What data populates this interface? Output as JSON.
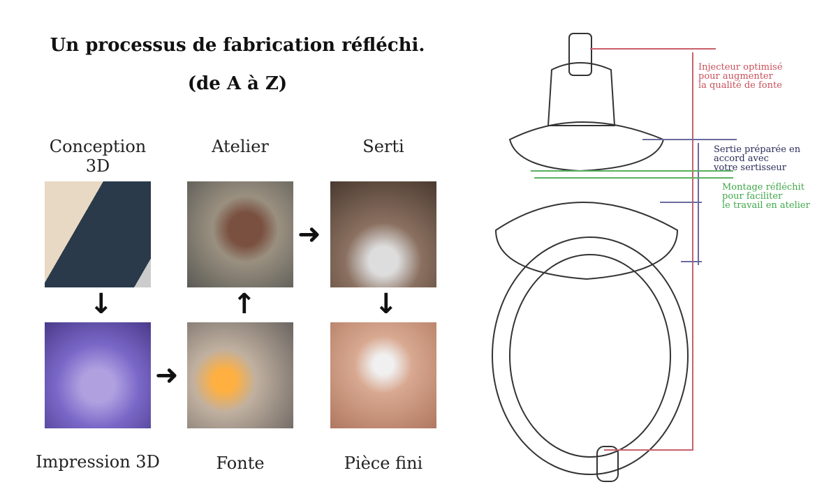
{
  "title": {
    "line1": "Un processus de fabrication réfléchi.",
    "line2": "(de A à Z)"
  },
  "steps": [
    {
      "label": "Conception 3D"
    },
    {
      "label": "Atelier"
    },
    {
      "label": "Serti"
    },
    {
      "label": "Impression 3D"
    },
    {
      "label": "Fonte"
    },
    {
      "label": "Pièce fini"
    }
  ],
  "arrows": {
    "down": "↓",
    "up": "↑",
    "right": "➜"
  },
  "annotations": [
    {
      "lines": [
        "Injecteur optimisé",
        "pour augmenter",
        "la qualité de fonte"
      ],
      "color": "#c8505a"
    },
    {
      "lines": [
        "Sertie préparée en",
        "accord avec",
        "votre sertisseur"
      ],
      "color": "#2a2a5a"
    },
    {
      "lines": [
        "Montage réfléchit",
        "pour faciliter",
        "le travail en atelier"
      ],
      "color": "#3fa84a"
    }
  ]
}
